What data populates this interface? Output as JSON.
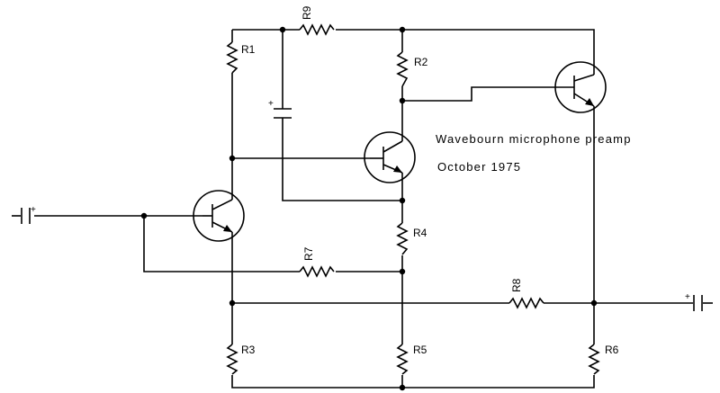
{
  "annotation": {
    "title": "Wavebourn microphone preamp",
    "date": "October 1975"
  },
  "components": {
    "resistors": {
      "r1": "R1",
      "r2": "R2",
      "r3": "R3",
      "r4": "R4",
      "r5": "R5",
      "r6": "R6",
      "r7": "R7",
      "r8": "R8",
      "r9": "R9"
    },
    "capacitor_polarity": "+"
  },
  "colors": {
    "ink": "#000000",
    "background": "#ffffff"
  }
}
